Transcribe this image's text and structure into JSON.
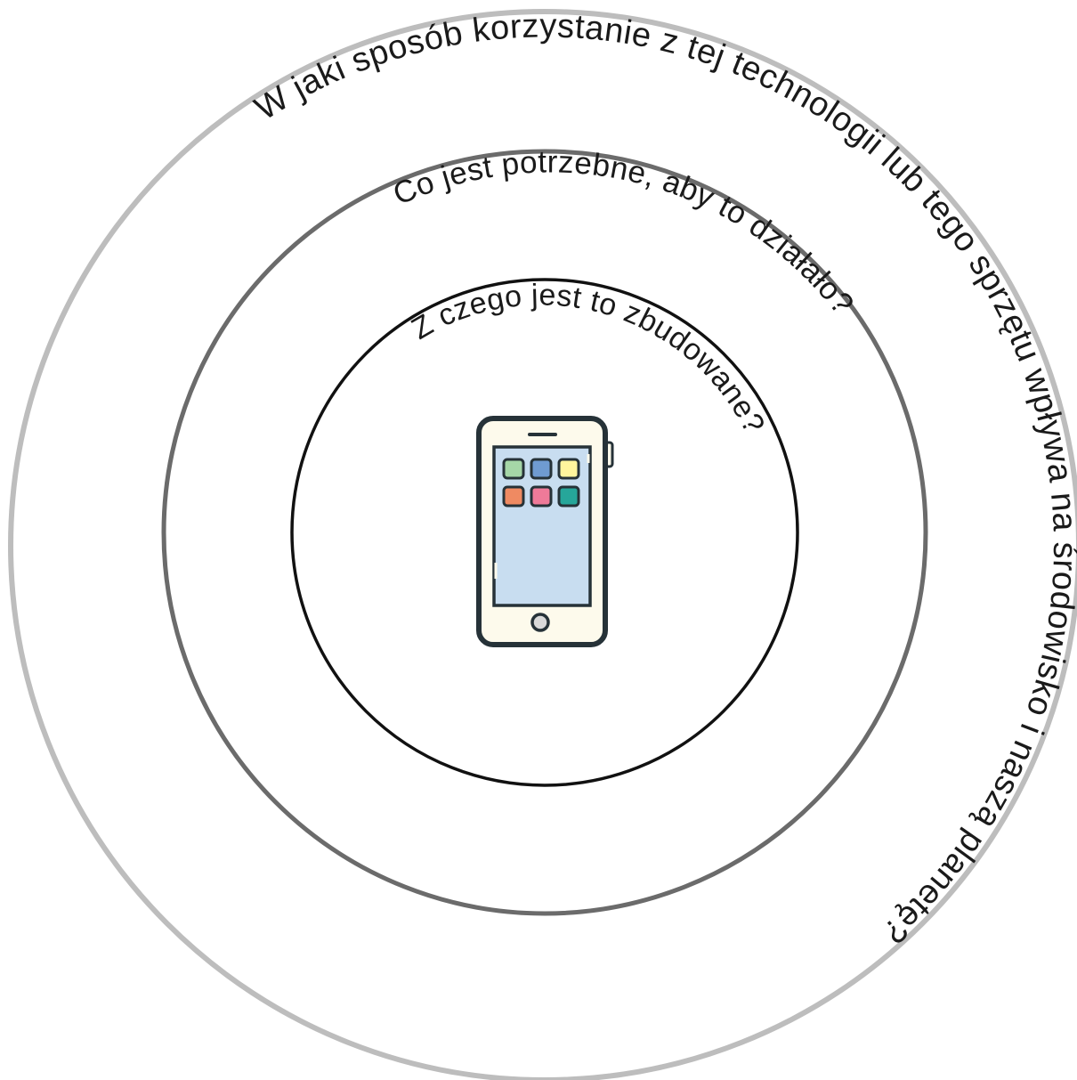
{
  "diagram": {
    "rings": [
      {
        "id": "outer",
        "label": "W jaki sposób korzystanie z tej technologii lub tego sprzętu wpływa na środowisko i naszą planetę?",
        "stroke": "#bdbdbd"
      },
      {
        "id": "middle",
        "label": "Co jest potrzebne, aby to działało?",
        "stroke": "#6b6b6b"
      },
      {
        "id": "inner",
        "label": "Z czego jest to zbudowane?",
        "stroke": "#111111"
      }
    ],
    "center_icon": {
      "name": "smartphone-icon",
      "body_color": "#fdfaec",
      "screen_color": "#c8ddf0",
      "outline_color": "#263238",
      "app_colors": [
        "#a5d6a7",
        "#6f9bd1",
        "#fff59d",
        "#ef8a62",
        "#ef7a99",
        "#26a69a"
      ]
    }
  }
}
